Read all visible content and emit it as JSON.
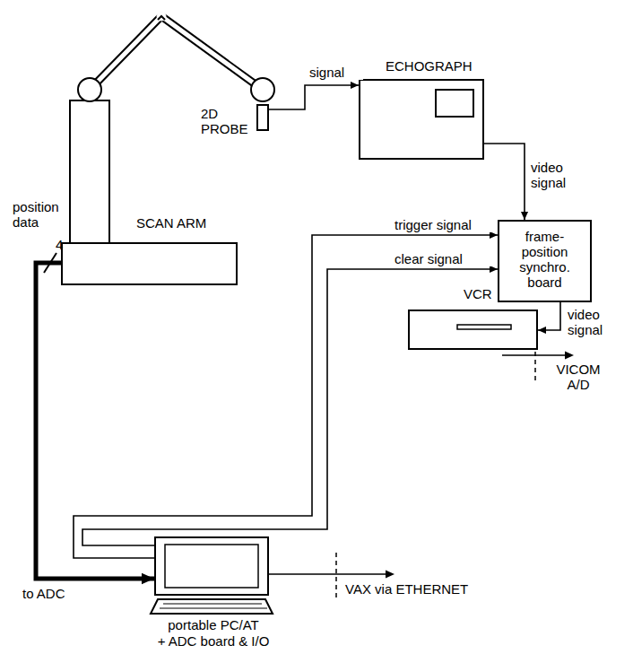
{
  "diagram": {
    "nodes": [
      {
        "text": [
          "2D PROBE"
        ]
      },
      {
        "text": [
          "SCAN ARM"
        ]
      },
      {
        "text": [
          "ECHOGRAPH"
        ]
      },
      {
        "text": [
          "frame- position synchro. board"
        ]
      },
      {
        "text": [
          "VCR"
        ]
      },
      {
        "text": [
          "portable PC/AT",
          "+ ADC board & I/O"
        ]
      }
    ],
    "edges": [
      {
        "from": 0,
        "to": 2,
        "label": "signal",
        "arrow": "to"
      },
      {
        "from": 2,
        "to": 3,
        "label": "video signal",
        "arrow": "to"
      },
      {
        "from": 5,
        "to": 3,
        "label": "trigger signal",
        "arrow": "to"
      },
      {
        "from": 5,
        "to": 3,
        "label": "clear signal",
        "arrow": "to"
      },
      {
        "from": 3,
        "to": 4,
        "label": "video signal",
        "arrow": "to"
      },
      {
        "from": 1,
        "to": 5,
        "label": "position data",
        "arrow": "to"
      }
    ],
    "labels": [
      "4",
      "to ADC",
      "VICOM A/D",
      "VAX via ETHERNET"
    ]
  }
}
